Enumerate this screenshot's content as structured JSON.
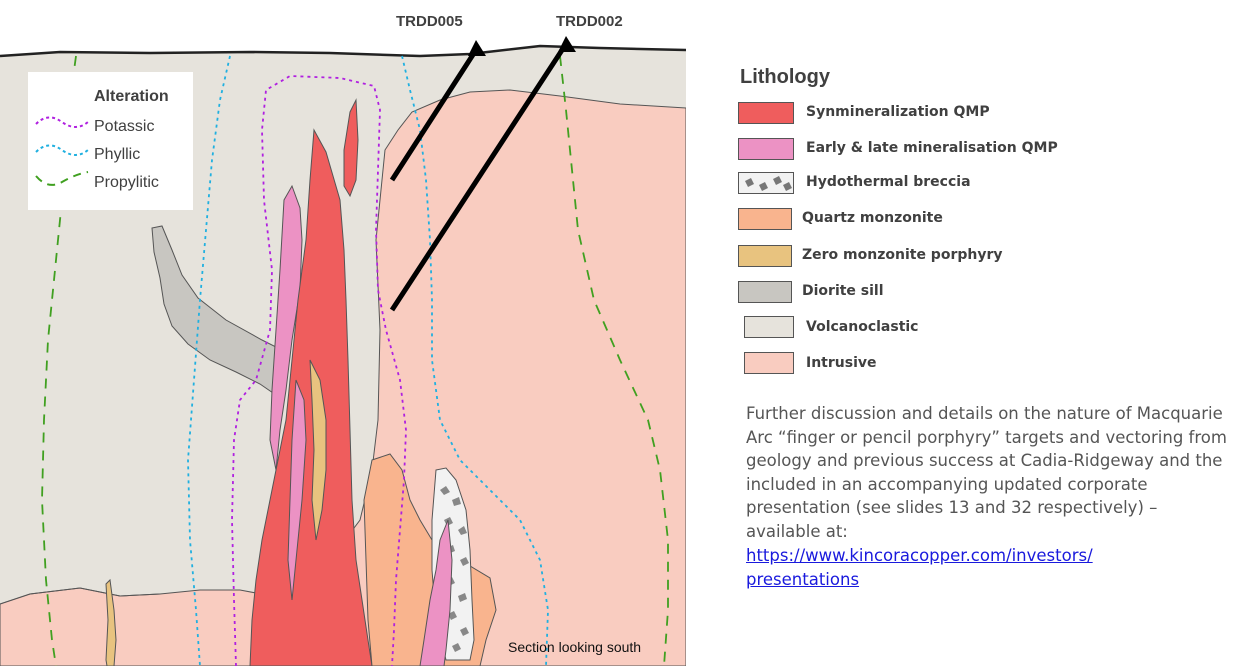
{
  "drill_holes": [
    {
      "id": "TRDD005"
    },
    {
      "id": "TRDD002"
    }
  ],
  "alteration_legend": {
    "title": "Alteration",
    "items": [
      {
        "label": "Potassic",
        "color": "#b020e0",
        "style": "dotted"
      },
      {
        "label": "Phyllic",
        "color": "#20b0e0",
        "style": "dotted"
      },
      {
        "label": "Propylitic",
        "color": "#40a020",
        "style": "dashed"
      }
    ]
  },
  "section_label": "Section looking south",
  "lithology_legend": {
    "title": "Lithology",
    "items": [
      {
        "label": "Synmineralization QMP",
        "color": "#ef5d5d"
      },
      {
        "label": "Early & late mineralisation QMP",
        "color": "#ec92c4"
      },
      {
        "label": "Hydothermal breccia",
        "color": "#f2f2f2"
      },
      {
        "label": "Quartz monzonite",
        "color": "#f9b48e"
      },
      {
        "label": "Zero monzonite porphyry",
        "color": "#e8c37f"
      },
      {
        "label": "Diorite sill",
        "color": "#c8c6c1"
      },
      {
        "label": "Volcanoclastic",
        "color": "#e6e3dc"
      },
      {
        "label": "Intrusive",
        "color": "#f9ccc0"
      }
    ]
  },
  "note": {
    "text": "Further discussion and details on the nature of Macquarie Arc “finger or pencil porphyry” targets and vectoring from geology and previous success at Cadia-Ridgeway and the included in an accompanying updated corporate presentation (see slides 13 and 32 respectively) – available at:",
    "link_line1": "https://www.kincoracopper.com/investors/",
    "link_line2": "presentations"
  }
}
